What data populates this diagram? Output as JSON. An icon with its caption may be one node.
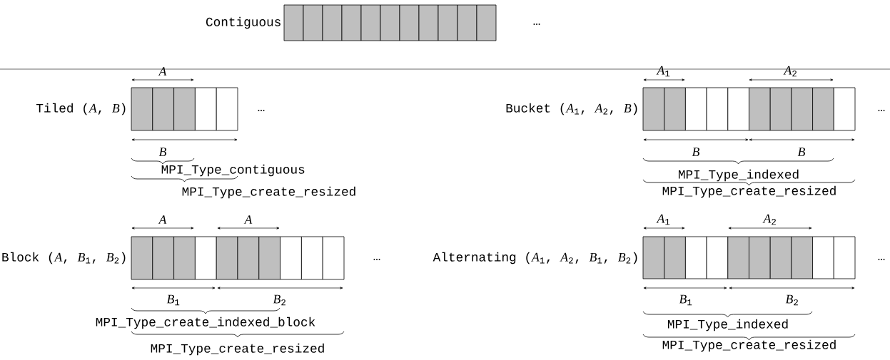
{
  "diagram": {
    "labels": [
      "Contiguous",
      "…",
      "*A*",
      "Tiled (*A*, *B*)",
      "…",
      "*B*",
      "MPI_Type_contiguous",
      "MPI_Type_create_resized",
      "*A*$_{1}$",
      "*A*$_{2}$",
      "Bucket (*A*$_{1}$, *A*$_{2}$, *B*)",
      "…",
      "*B*",
      "*B*",
      "MPI_Type_indexed",
      "MPI_Type_create_resized",
      "*A*",
      "*A*",
      "Block (*A*, *B*$_{1}$, *B*$_{2}$)",
      "…",
      "*B*$_{1}$",
      "*B*$_{2}$",
      "MPI_Type_create_indexed_block",
      "MPI_Type_create_resized",
      "*A*$_{1}$",
      "*A*$_{2}$",
      "Alternating (*A*$_{1}$, *A*$_{2}$, *B*$_{1}$, *B*$_{2}$)",
      "…",
      "*B*$_{1}$",
      "*B*$_{2}$",
      "MPI_Type_indexed",
      "MPI_Type_create_resized"
    ]
  }
}
